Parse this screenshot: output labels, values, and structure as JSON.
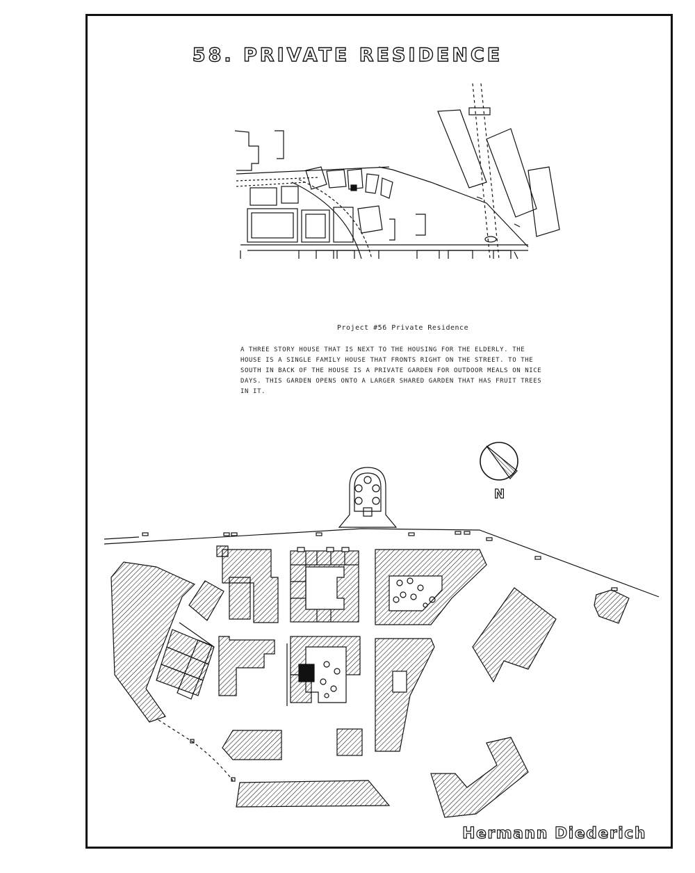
{
  "sheet": {
    "title": "58. PRIVATE RESIDENCE",
    "project_caption": "Project #56 Private Residence",
    "description": "A three story house that is next to the housing for the elderly. The house is a single family house that fronts right on the street. To the south in back of the house is a private garden for outdoor meals on nice days. This garden opens onto a larger shared garden that has fruit trees in it.",
    "north_label": "N",
    "author": "Hermann Diederich"
  },
  "colors": {
    "ink": "#111111",
    "paper": "#ffffff"
  },
  "icons": {
    "north_arrow": "north-arrow-icon"
  }
}
